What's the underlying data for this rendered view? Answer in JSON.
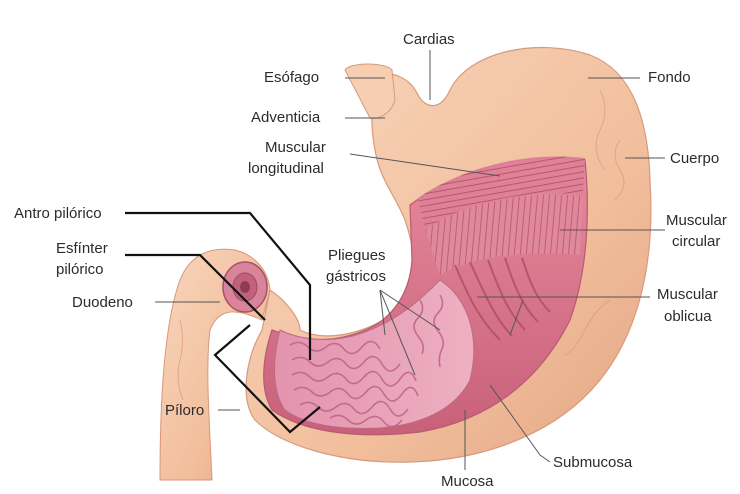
{
  "labels": {
    "cardias": "Cardias",
    "esofago": "Esófago",
    "fondo": "Fondo",
    "adventicia": "Adventicia",
    "muscular_longitudinal": [
      "Muscular",
      "longitudinal"
    ],
    "cuerpo": "Cuerpo",
    "antro_pilorico": "Antro pilórico",
    "muscular_circular": [
      "Muscular",
      "circular"
    ],
    "esfinter_pilorico": [
      "Esfínter",
      "pilórico"
    ],
    "pliegues_gastricos": [
      "Pliegues",
      "gástricos"
    ],
    "duodeno": "Duodeno",
    "muscular_oblicua": [
      "Muscular",
      "oblicua"
    ],
    "piloro": "Píloro",
    "submucosa": "Submucosa",
    "mucosa": "Mucosa"
  },
  "colors": {
    "background": "#ffffff",
    "serosa": "#f4c6a6",
    "serosa_shadow": "#e0a583",
    "muscle": "#d9778a",
    "muscle_dark": "#b8546b",
    "mucosa": "#e7a0b6",
    "mucosa_fold": "#c66f8c",
    "leader_line": "#555555",
    "bracket_line": "#111111"
  }
}
